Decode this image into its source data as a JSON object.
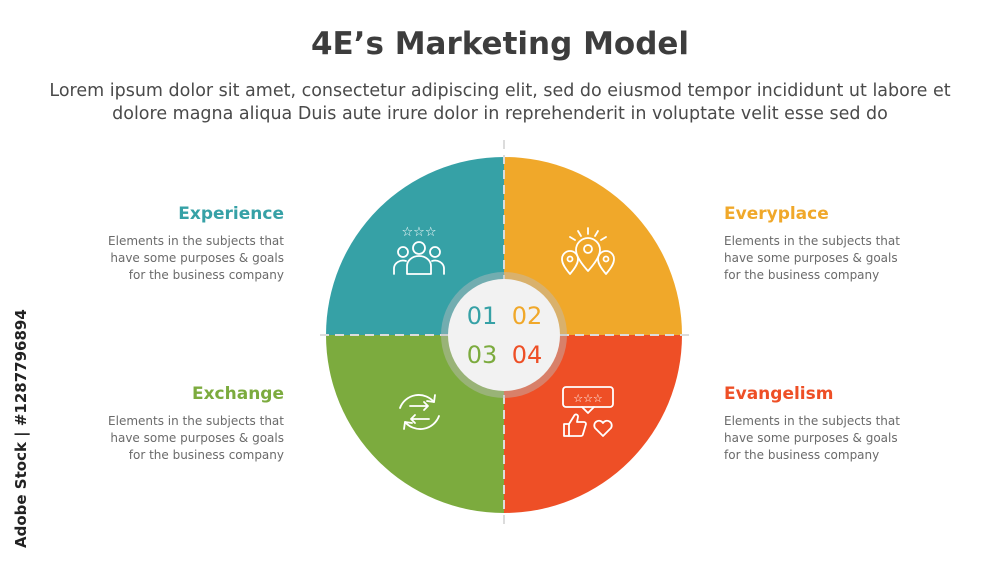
{
  "title": "4E’s Marketing Model",
  "subtitle": "Lorem ipsum dolor sit amet, consectetur adipiscing elit, sed do eiusmod tempor incididunt ut labore et dolore magna aliqua Duis aute irure dolor in reprehenderit in voluptate velit esse sed do",
  "items": [
    {
      "number": "01",
      "title": "Experience",
      "text": "Elements in the subjects that\nhave  some purposes & goals\nfor the  business company",
      "color": "#36a1a6",
      "icon": "people-rating-icon"
    },
    {
      "number": "02",
      "title": "Everyplace",
      "text": "Elements in the subjects that\nhave  some purposes & goals\nfor the  business company",
      "color": "#f0a82a",
      "icon": "location-pins-icon"
    },
    {
      "number": "03",
      "title": "Exchange",
      "text": "Elements in the subjects that\nhave  some purposes & goals\nfor the  business company",
      "color": "#7cab3e",
      "icon": "exchange-arrows-icon"
    },
    {
      "number": "04",
      "title": "Evangelism",
      "text": "Elements in the subjects that\nhave  some purposes & goals\nfor the  business company",
      "color": "#ee4f26",
      "icon": "review-like-heart-icon"
    }
  ],
  "credit": "Adobe Stock | #1287796894"
}
